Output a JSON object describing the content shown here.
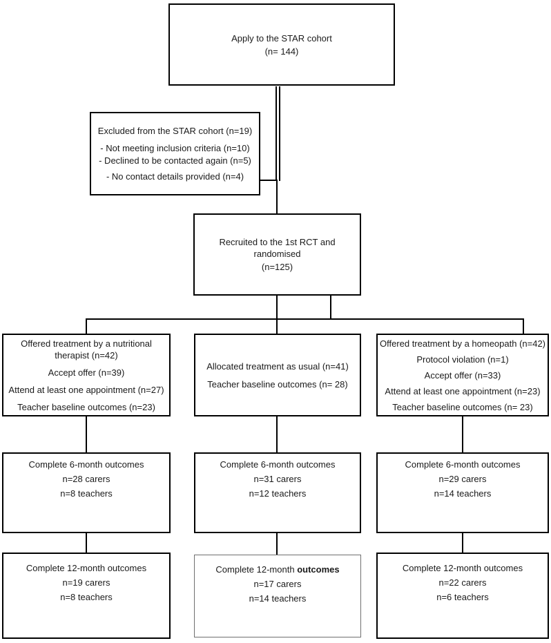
{
  "flowchart": {
    "apply": {
      "lines": [
        "Apply to the STAR cohort",
        "(n= 144)"
      ]
    },
    "excluded": {
      "lines": [
        "Excluded from the STAR cohort (n=19)",
        "- Not meeting inclusion criteria  (n=10)",
        "- Declined to be contacted again (n=5)",
        "- No contact details provided (n=4)"
      ]
    },
    "recruited": {
      "lines": [
        "Recruited to the 1st RCT and randomised",
        "(n=125)"
      ]
    },
    "arms": {
      "nutritional": {
        "lines": [
          "Offered treatment by a nutritional therapist (n=42)",
          "Accept offer (n=39)",
          "Attend at least one appointment (n=27)",
          "Teacher baseline outcomes (n=23)"
        ]
      },
      "usual": {
        "lines": [
          "Allocated treatment as usual (n=41)",
          "Teacher baseline outcomes (n= 28)"
        ]
      },
      "homeopath": {
        "lines": [
          "Offered treatment by a homeopath (n=42)",
          "Protocol violation (n=1)",
          "Accept offer (n=33)",
          "Attend at least one appointment (n=23)",
          "Teacher baseline outcomes (n= 23)"
        ]
      }
    },
    "six_month": {
      "nutritional": {
        "lines": [
          "Complete 6-month outcomes",
          "n=28 carers",
          "n=8 teachers"
        ]
      },
      "usual": {
        "lines": [
          "Complete 6-month outcomes",
          "n=31 carers",
          "n=12 teachers"
        ]
      },
      "homeopath": {
        "lines": [
          "Complete 6-month outcomes",
          "n=29 carers",
          "n=14 teachers"
        ]
      }
    },
    "twelve_month": {
      "nutritional": {
        "lines": [
          "Complete 12-month outcomes",
          "n=19 carers",
          "n=8 teachers"
        ]
      },
      "usual": {
        "title_prefix": "Complete 12-month",
        "title_bold": "outcomes",
        "lines": [
          "n=17 carers",
          "n=14 teachers"
        ]
      },
      "homeopath": {
        "lines": [
          "Complete 12-month outcomes",
          "n=22 carers",
          "n=6 teachers"
        ]
      }
    },
    "colors": {
      "line": "#000000",
      "text": "#1a1a1a",
      "muted_border": "#6e6e6e"
    }
  }
}
